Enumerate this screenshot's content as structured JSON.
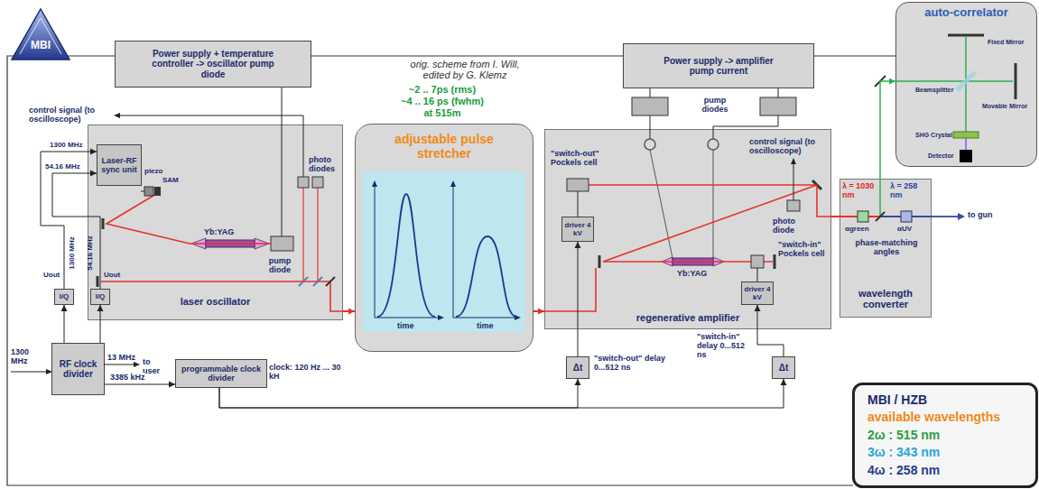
{
  "diagram": {
    "nodes": [
      {
        "text": [
          "Power supply + temperature controller -> oscillator pump diode"
        ]
      },
      {
        "text": [
          "laser oscillator"
        ]
      },
      {
        "text": [
          "Laser-RF sync unit"
        ],
        "in": 1
      },
      {
        "text": [
          "I/Q"
        ]
      },
      {
        "text": [
          "I/Q"
        ]
      },
      {
        "text": [
          "RF clock divider"
        ]
      },
      {
        "text": [
          "programmable clock divider"
        ]
      },
      {
        "text": [
          "adjustable pulse stretcher"
        ]
      },
      {
        "text": [
          "Power supply -> amplifier pump current"
        ]
      },
      {
        "text": [
          "regenerative amplifier"
        ]
      },
      {
        "text": [
          "driver 4 kV"
        ],
        "in": 9
      },
      {
        "text": [
          "driver 4 kV"
        ],
        "in": 9
      },
      {
        "text": [
          "Δt"
        ]
      },
      {
        "text": [
          "Δt"
        ]
      },
      {
        "text": [
          "wavelength converter"
        ]
      },
      {
        "text": [
          "auto-correlator"
        ]
      },
      {
        "text": [
          "MBI / HZB",
          "available wavelengths",
          "2ω : 515 nm",
          "3ω : 343 nm",
          "4ω : 258 nm"
        ]
      }
    ],
    "edges": [
      {
        "from": 0,
        "to": 1,
        "arrow": "none"
      },
      {
        "from": 1,
        "to": 7,
        "arrow": "to"
      },
      {
        "from": 7,
        "to": 9,
        "arrow": "to"
      },
      {
        "from": 9,
        "to": 14,
        "arrow": "none"
      },
      {
        "from": 8,
        "to": 9,
        "arrow": "none"
      },
      {
        "from": 5,
        "to": 3,
        "arrow": "to"
      },
      {
        "from": 5,
        "to": 4,
        "arrow": "to"
      },
      {
        "from": 3,
        "to": 2,
        "arrow": "to"
      },
      {
        "from": 4,
        "to": 2,
        "arrow": "to"
      },
      {
        "from": 5,
        "to": 6,
        "label": "3385 kHz",
        "arrow": "to"
      },
      {
        "from": 6,
        "to": 12,
        "arrow": "to"
      },
      {
        "from": 6,
        "to": 13,
        "arrow": "to"
      },
      {
        "from": 12,
        "to": 10,
        "arrow": "to"
      },
      {
        "from": 13,
        "to": 11,
        "arrow": "to"
      },
      {
        "from": 14,
        "to": 15,
        "arrow": "to"
      }
    ],
    "labels": [
      "MBI",
      "orig. scheme from I. Will, edited by G. Klemz",
      "control signal (to oscilloscope)",
      "1300 MHz",
      "54.16 MHz",
      "1300 MHz",
      "54.16 MHz",
      "Uout",
      "Uout",
      "piezo",
      "SAM",
      "Yb:YAG",
      "pump diode",
      "photo diodes",
      "1300 MHz",
      "13 MHz",
      "to user",
      "clock: 120 Hz ... 30 kH",
      "~2 .. 7ps (rms)",
      "~4 .. 16 ps (fwhm)",
      "at 515m",
      "time",
      "time",
      "pump diodes",
      "\"switch-out\" Pockels cell",
      "Yb:YAG",
      "control signal (to oscilloscope)",
      "photo diode",
      "\"switch-in\" Pockels cell",
      "\"switch-out\" delay 0...512 ns",
      "\"switch-in\" delay 0...512 ns",
      "λ = 1030 nm",
      "λ = 258 nm",
      "αgreen",
      "αUV",
      "phase-matching angles",
      "to gun",
      "Fixed Mirror",
      "Beamsplitter",
      "Movable Mirror",
      "SHG Crystal",
      "Detector"
    ]
  }
}
